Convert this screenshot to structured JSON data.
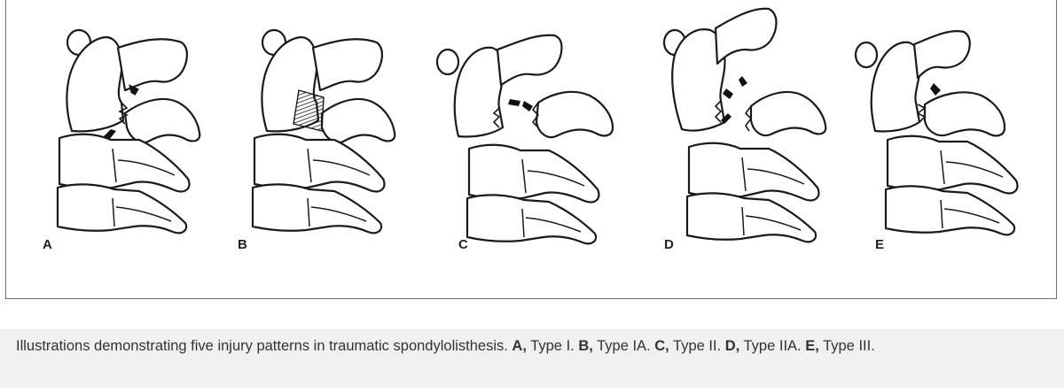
{
  "panels": [
    {
      "label": "A"
    },
    {
      "label": "B"
    },
    {
      "label": "C"
    },
    {
      "label": "D"
    },
    {
      "label": "E"
    }
  ],
  "caption": {
    "intro": "Illustrations demonstrating five injury patterns in traumatic spondylolisthesis. ",
    "items": [
      {
        "key": "A,",
        "text": " Type I. "
      },
      {
        "key": "B,",
        "text": " Type IA. "
      },
      {
        "key": "C,",
        "text": " Type II. "
      },
      {
        "key": "D,",
        "text": " Type IIA. "
      },
      {
        "key": "E,",
        "text": " Type III."
      }
    ]
  },
  "colors": {
    "frame_border": "#6e6e6e",
    "caption_background": "#f0f0f0",
    "ink": "#1a1a1a"
  }
}
